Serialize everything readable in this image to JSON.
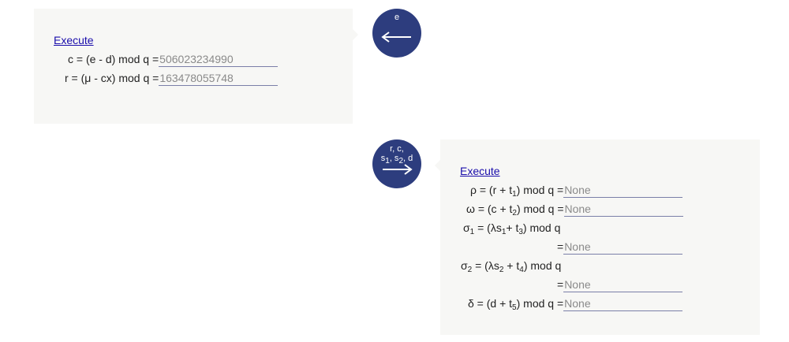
{
  "left_panel": {
    "execute_label": "Execute",
    "rows": [
      {
        "label": "c = (e - d) mod q =",
        "value": "506023234990"
      },
      {
        "label": "r = (μ - cx) mod q =",
        "value": "163478055748"
      }
    ]
  },
  "top_circle": {
    "text": "e",
    "arrow": "left-arrow"
  },
  "bottom_circle": {
    "line1": "r, c,",
    "line2_a": "s",
    "line2_b": "1",
    "line2_c": ", s",
    "line2_d": "2",
    "line2_e": ", d",
    "arrow": "right-arrow"
  },
  "right_panel": {
    "execute_label": "Execute",
    "rho": {
      "a": "ρ = (r + t",
      "sub": "1",
      "b": ") mod q = ",
      "value": "None"
    },
    "omega": {
      "a": "ω = (c + t",
      "sub": "2",
      "b": ") mod q = ",
      "value": "None"
    },
    "sigma1": {
      "a": "σ",
      "sub1": "1",
      "b": " = (λs",
      "sub2": "1",
      "c": "+ t",
      "sub3": "3",
      "d": ") mod q",
      "eq": "= ",
      "value": "None"
    },
    "sigma2": {
      "a": "σ",
      "sub1": "2",
      "b": " = (λs",
      "sub2": "2",
      "c": " + t",
      "sub3": "4",
      "d": ") mod q",
      "eq": "= ",
      "value": "None"
    },
    "delta": {
      "a": "δ = (d + t",
      "sub": "5",
      "b": ") mod q = ",
      "value": "None"
    }
  },
  "colors": {
    "accent": "#2d3d7e",
    "panel_bg": "#f7f7f5",
    "link": "#1a0dab"
  }
}
